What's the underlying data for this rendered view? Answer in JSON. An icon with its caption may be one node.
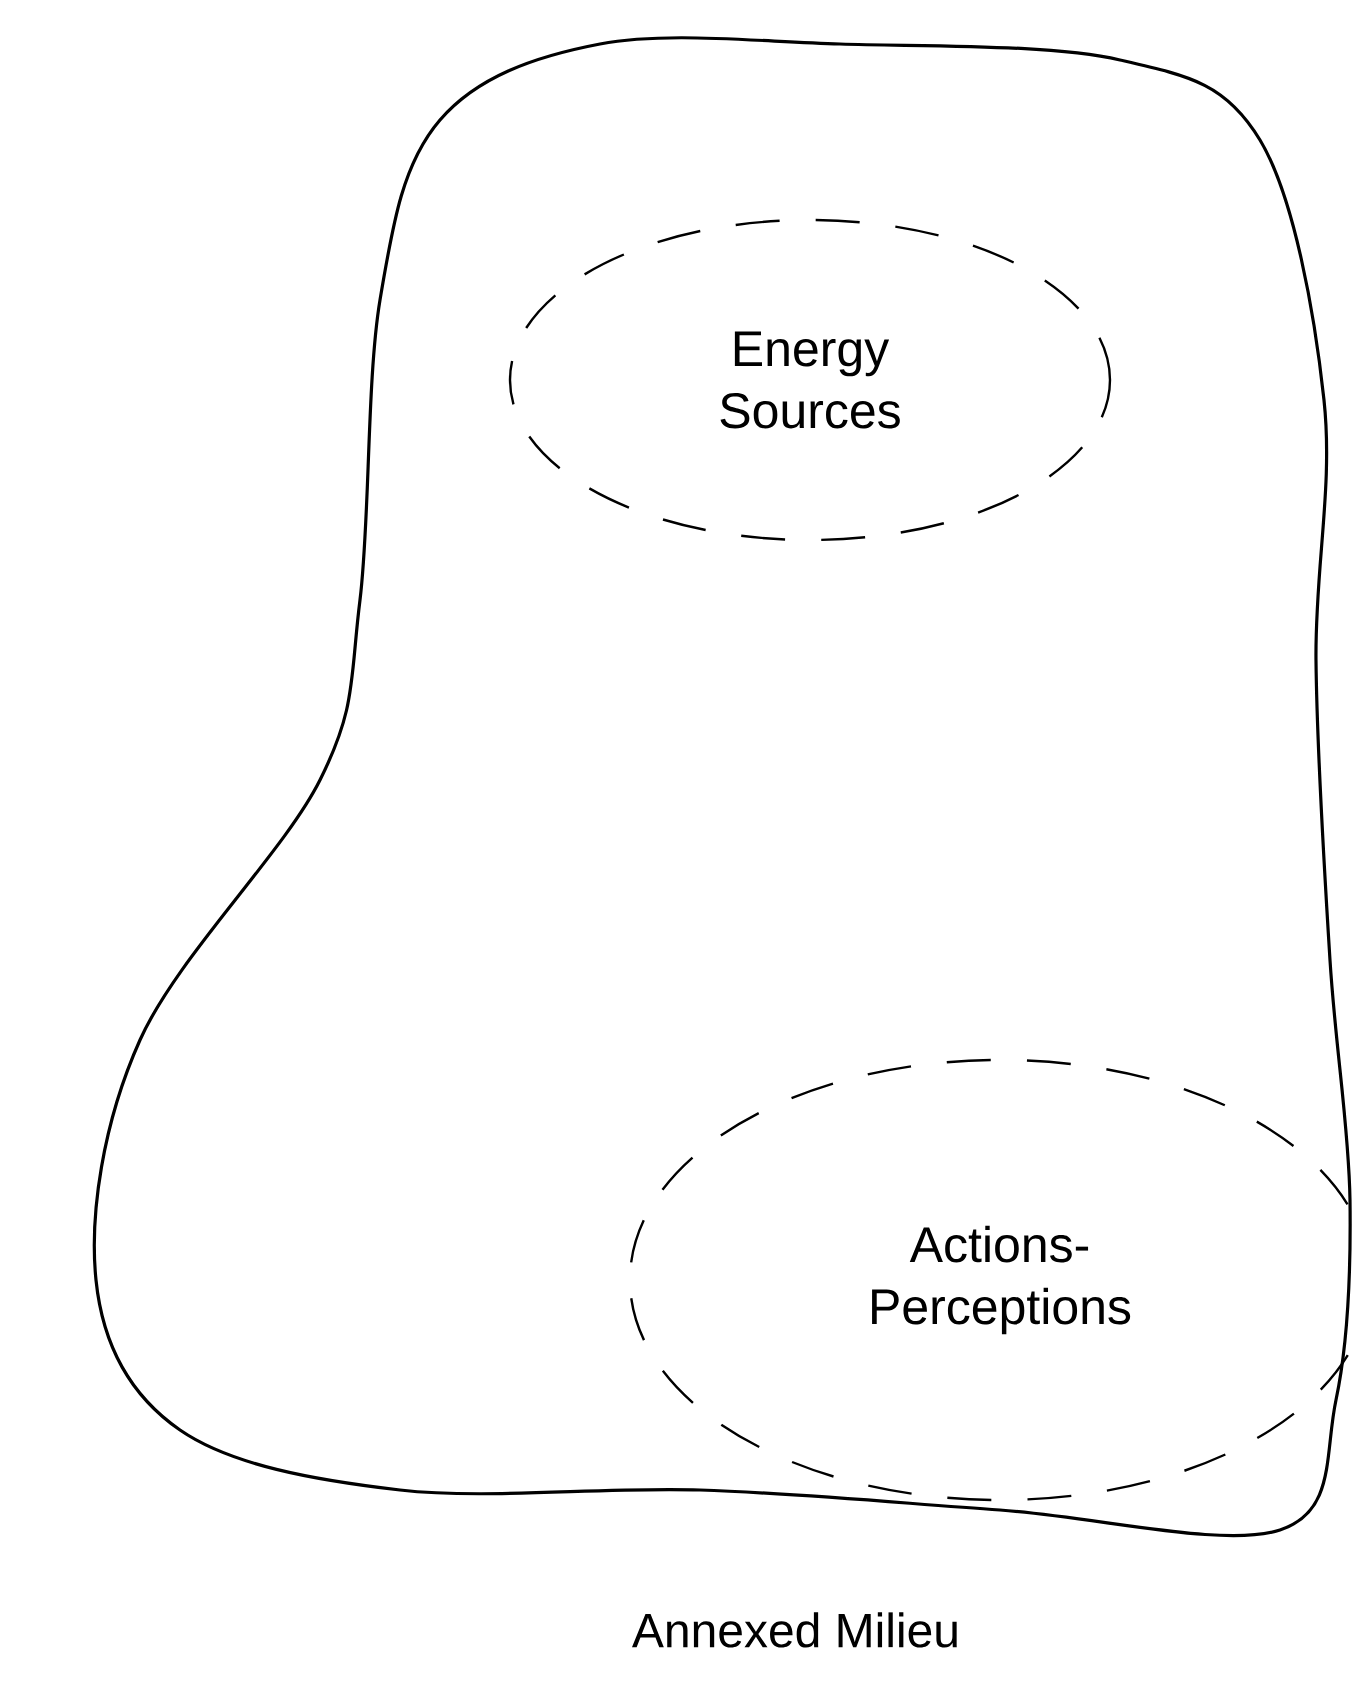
{
  "diagram": {
    "nodes": [
      {
        "text": [
          "Annexed Milieu"
        ]
      },
      {
        "text": [
          "Energy Sources"
        ],
        "in": 0
      },
      {
        "text": [
          "Actions- Perceptions"
        ],
        "in": 0
      }
    ]
  }
}
